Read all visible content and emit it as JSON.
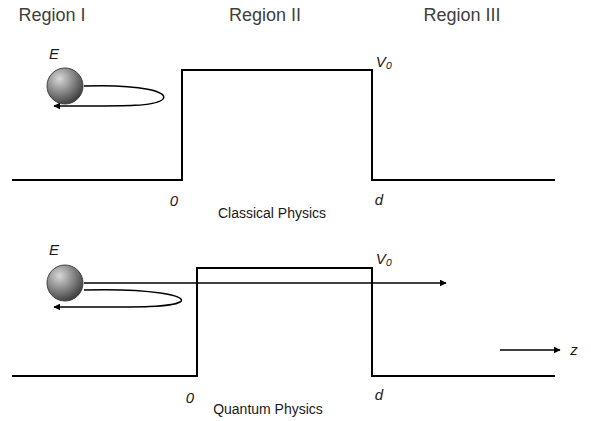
{
  "diagram": {
    "labels": [
      "Region I",
      "Region II",
      "Region III",
      "E",
      "V₀",
      "0",
      "d",
      "Classical Physics",
      "E",
      "V₀",
      "0",
      "Quantum Physics",
      "d",
      "z"
    ]
  }
}
